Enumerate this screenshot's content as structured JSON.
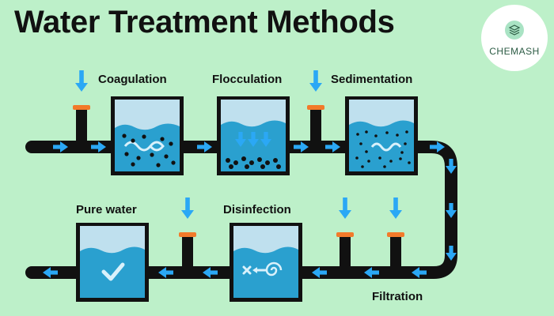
{
  "title": "Water Treatment Methods",
  "stages": {
    "coagulation": "Coagulation",
    "flocculation": "Flocculation",
    "sedimentation": "Sedimentation",
    "filtration": "Filtration",
    "disinfection": "Disinfection",
    "pure_water": "Pure water"
  },
  "logo": {
    "name": "CHEMASH"
  },
  "colors": {
    "background": "#bdf0c9",
    "pipe": "#111111",
    "flow_arrow": "#2ba8f5",
    "water": "#2aa0cf",
    "valve": "#f27a2a"
  },
  "icons": [
    "down-arrow-icon",
    "right-arrow-icon",
    "left-arrow-icon",
    "valve-icon",
    "check-icon",
    "layers-icon"
  ]
}
